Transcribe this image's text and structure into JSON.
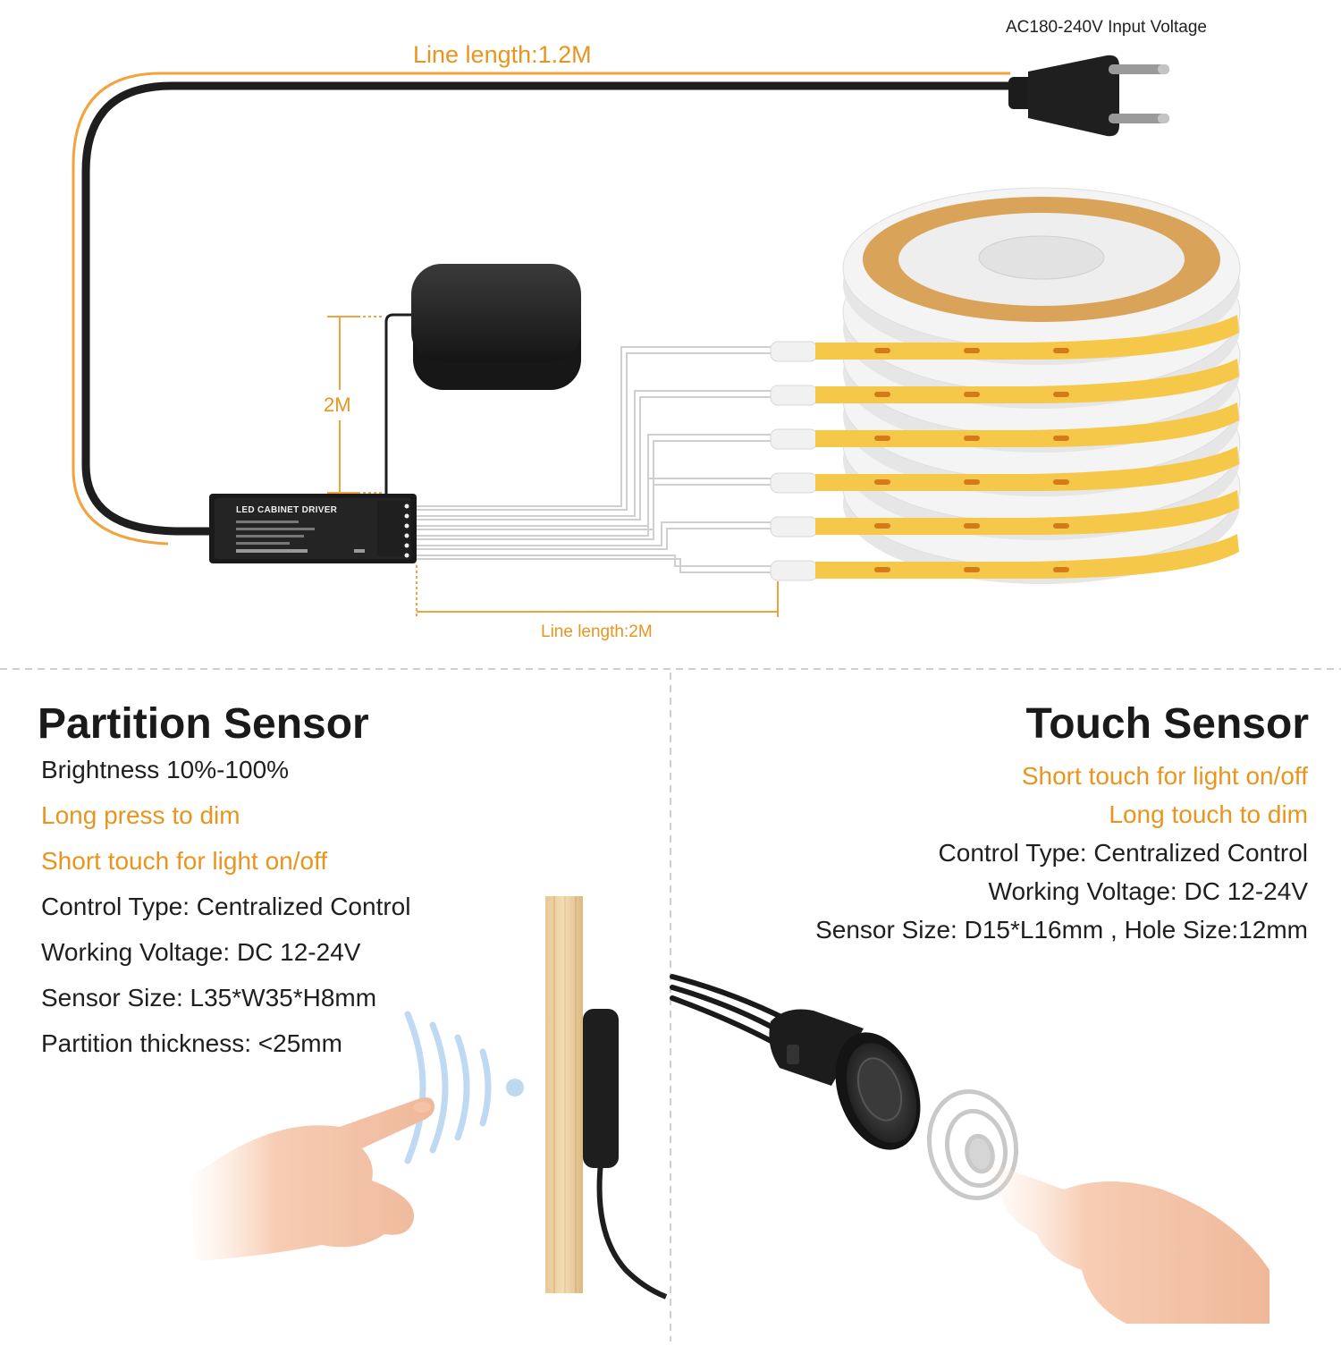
{
  "diagram": {
    "input_voltage": "AC180-240V Input Voltage",
    "line_length_top": "Line length:1.2M",
    "sensor_cable_length": "2M",
    "line_length_bottom": "Line length:2M",
    "driver_label": "LED CABINET DRIVER",
    "strip_count": 6,
    "colors": {
      "accent": "#e8951f",
      "strip": "#f6c84a",
      "cable": "#1e1e1e"
    }
  },
  "partition_sensor": {
    "title": "Partition Sensor",
    "specs": [
      {
        "text": "Brightness 10%-100%",
        "highlight": false
      },
      {
        "text": "Long press to dim",
        "highlight": true
      },
      {
        "text": "Short touch for light on/off",
        "highlight": true
      },
      {
        "text": "Control Type: Centralized Control",
        "highlight": false
      },
      {
        "text": "Working Voltage: DC 12-24V",
        "highlight": false
      },
      {
        "text": "Sensor Size: L35*W35*H8mm",
        "highlight": false
      },
      {
        "text": "Partition thickness: <25mm",
        "highlight": false
      }
    ]
  },
  "touch_sensor": {
    "title": "Touch Sensor",
    "specs": [
      {
        "text": "Short touch for light on/off",
        "highlight": true
      },
      {
        "text": "Long touch to dim",
        "highlight": true
      },
      {
        "text": "Control Type: Centralized Control",
        "highlight": false
      },
      {
        "text": "Working Voltage: DC 12-24V",
        "highlight": false
      },
      {
        "text": "Sensor Size: D15*L16mm , Hole Size:12mm",
        "highlight": false
      }
    ]
  }
}
